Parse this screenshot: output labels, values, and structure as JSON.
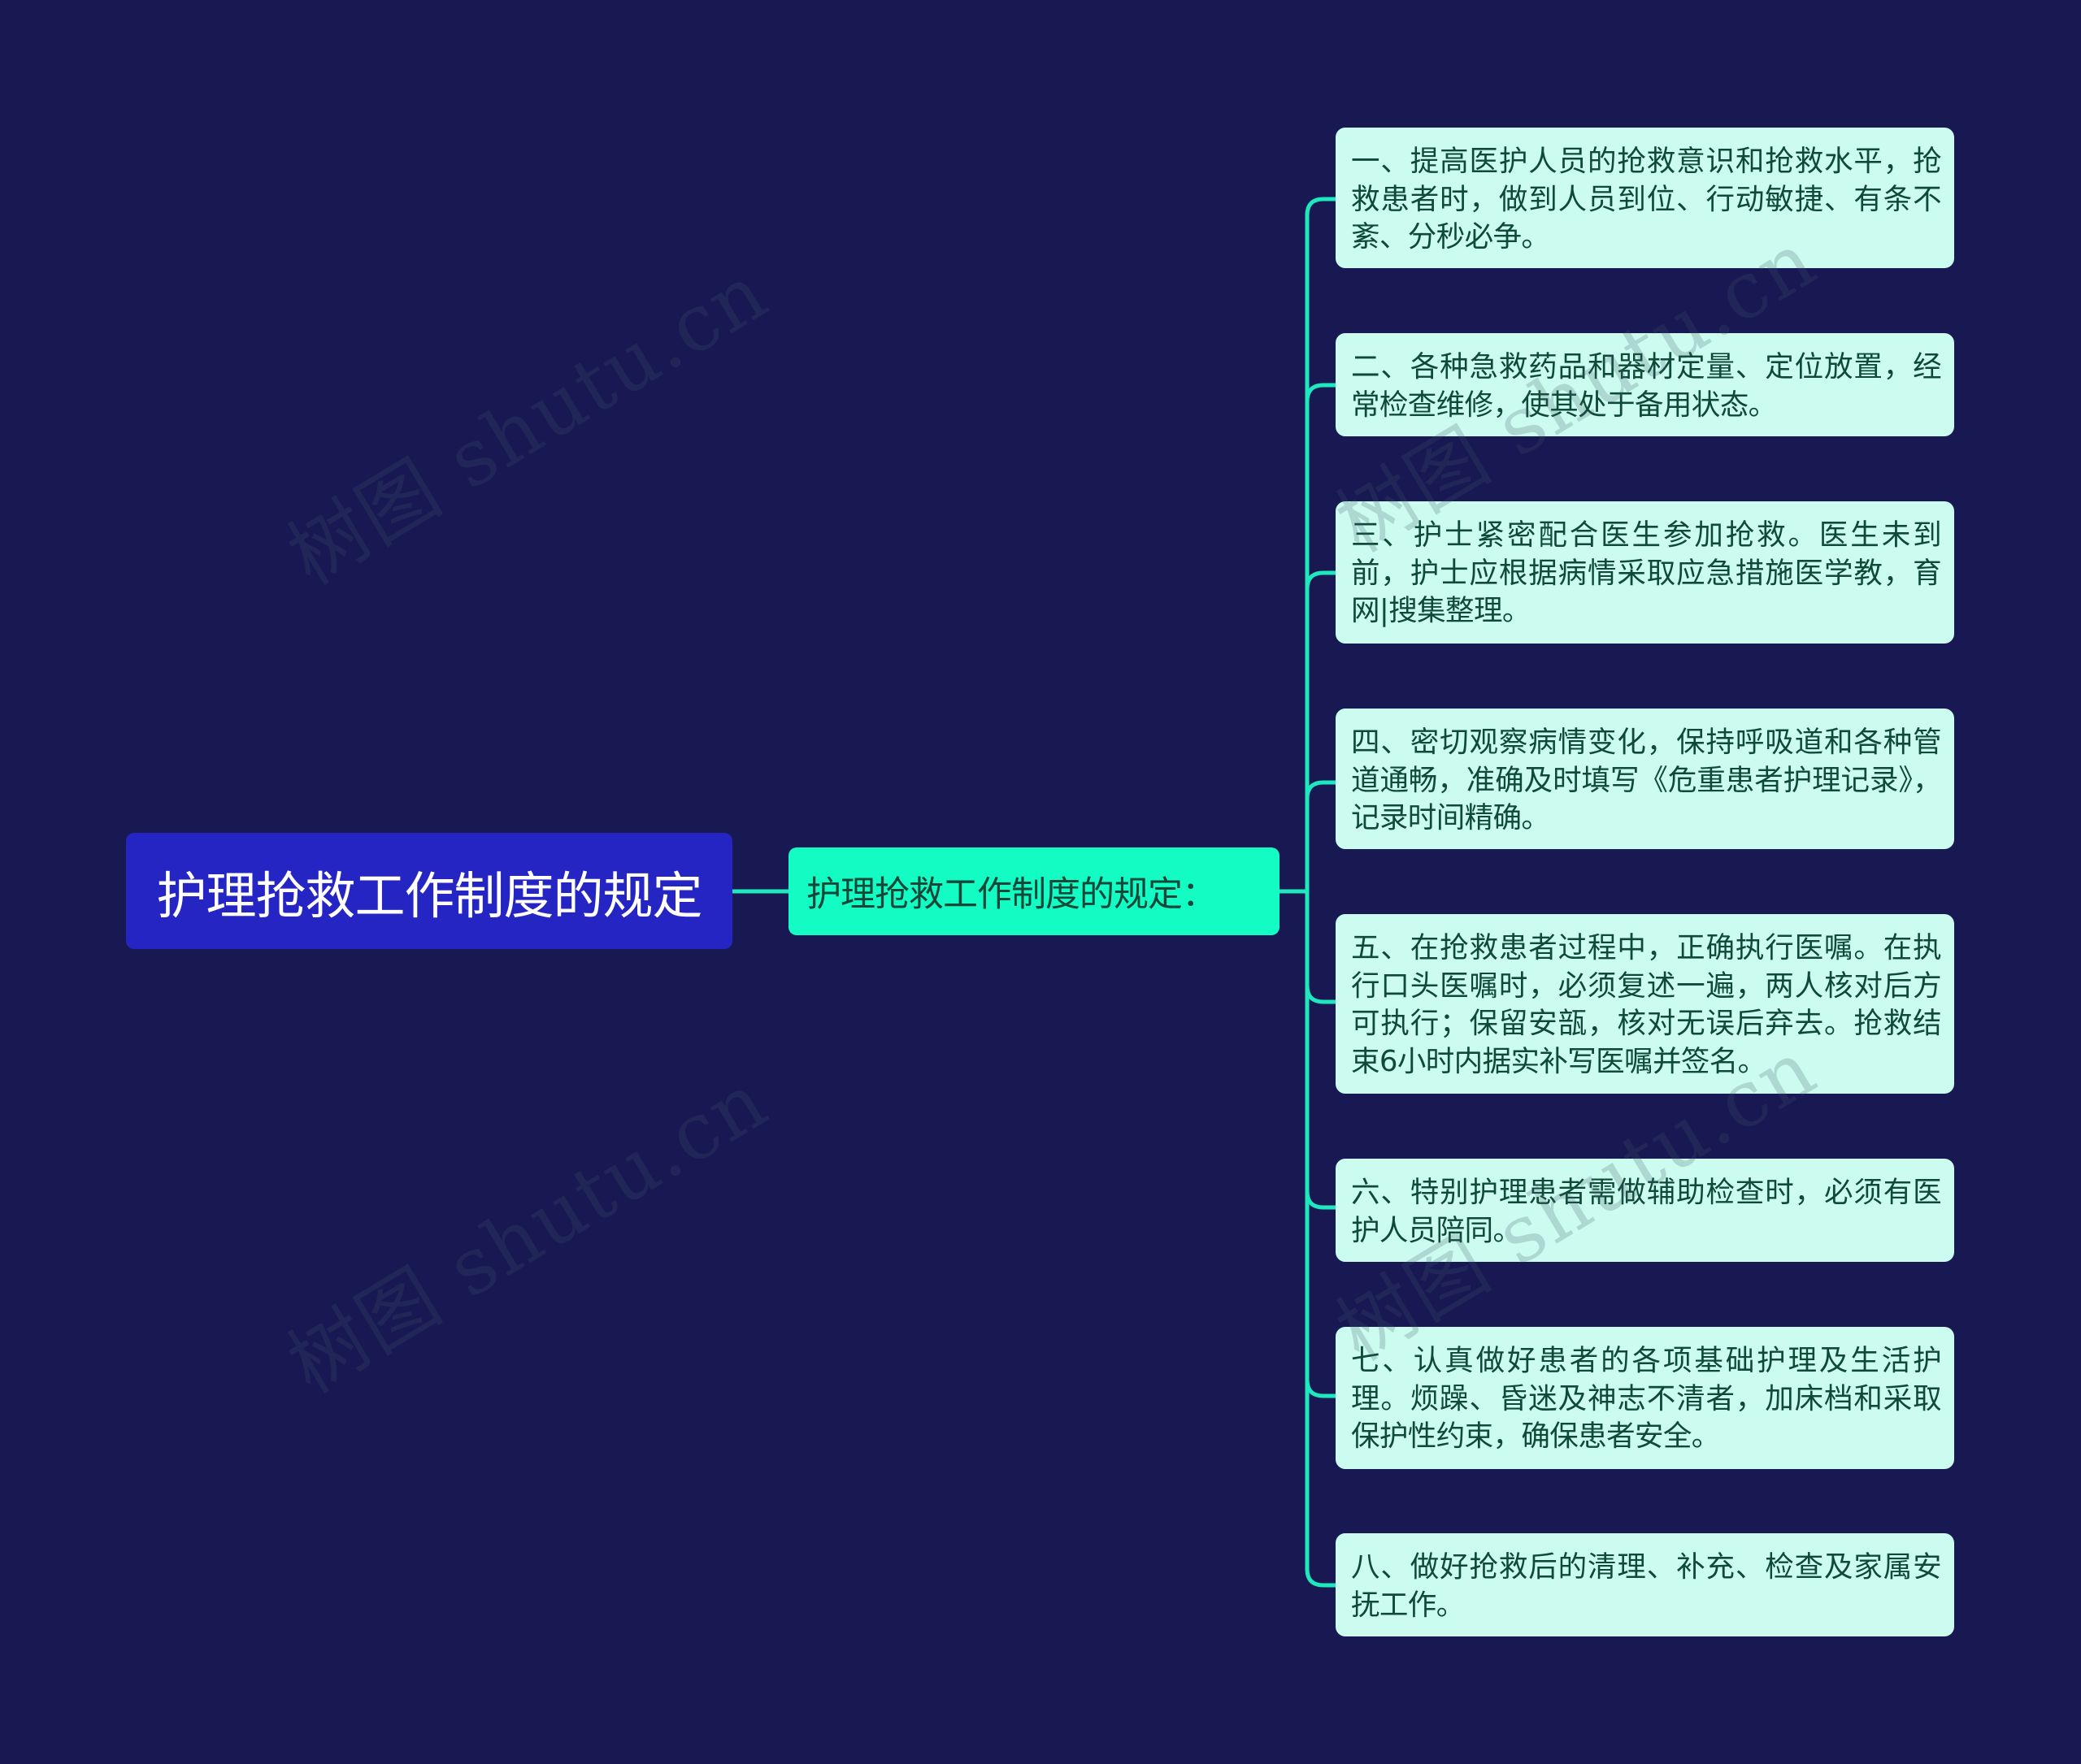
{
  "mindmap": {
    "root": {
      "label": "护理抢救工作制度的规定"
    },
    "branch": {
      "label": "护理抢救工作制度的规定："
    },
    "leaves": [
      {
        "label": "一、提高医护人员的抢救意识和抢救水平，抢救患者时，做到人员到位、行动敏捷、有条不紊、分秒必争。"
      },
      {
        "label": "二、各种急救药品和器材定量、定位放置，经常检查维修，使其处于备用状态。"
      },
      {
        "label": "三、护士紧密配合医生参加抢救。医生未到前，护士应根据病情采取应急措施医学教，育网|搜集整理。"
      },
      {
        "label": "四、密切观察病情变化，保持呼吸道和各种管道通畅，准确及时填写《危重患者护理记录》，记录时间精确。"
      },
      {
        "label": "五、在抢救患者过程中，正确执行医嘱。在执行口头医嘱时，必须复述一遍，两人核对后方可执行；保留安瓿，核对无误后弃去。抢救结束6小时内据实补写医嘱并签名。"
      },
      {
        "label": "六、特别护理患者需做辅助检查时，必须有医护人员陪同。"
      },
      {
        "label": "七、认真做好患者的各项基础护理及生活护理。烦躁、昏迷及神志不清者，加床档和采取保护性约束，确保患者安全。"
      },
      {
        "label": "八、做好抢救后的清理、补充、检查及家属安抚工作。"
      }
    ]
  },
  "watermark": {
    "text": "树图 shutu.cn"
  },
  "colors": {
    "background": "#181852",
    "root_fill": "#2525c3",
    "branch_fill": "#12fcc4",
    "leaf_fill": "#cbfcef",
    "connector": "#1fe8bf",
    "leaf_text": "#0f4a38"
  }
}
